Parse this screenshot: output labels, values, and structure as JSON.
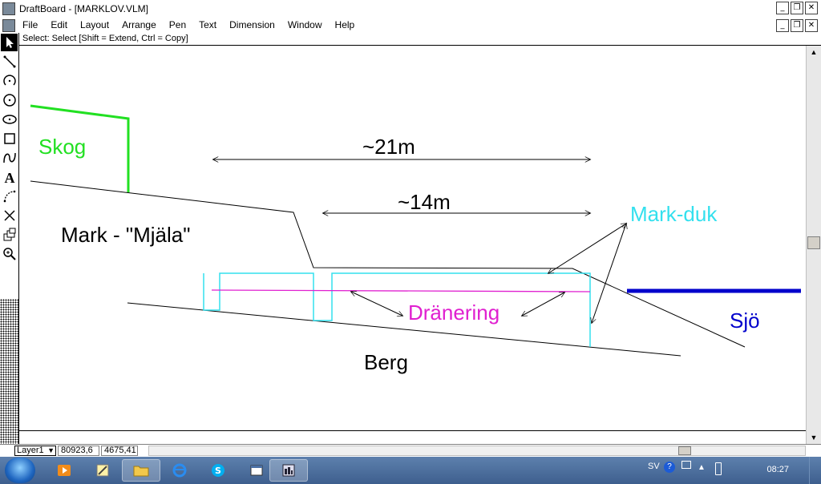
{
  "window": {
    "title": "DraftBoard - [MARKLOV.VLM]"
  },
  "window_buttons": [
    "_",
    "❐",
    "✕"
  ],
  "menu": [
    "File",
    "Edit",
    "Layout",
    "Arrange",
    "Pen",
    "Text",
    "Dimension",
    "Window",
    "Help"
  ],
  "status_hint": "Select: Select  [Shift = Extend, Ctrl = Copy]",
  "tools": [
    "select-arrow-icon",
    "line-tool-icon",
    "arc-tool-icon",
    "circle-tool-icon",
    "ellipse-tool-icon",
    "rectangle-tool-icon",
    "curve-tool-icon",
    "text-tool-icon",
    "dimension-tool-icon",
    "intersect-tool-icon",
    "layers-tool-icon",
    "zoom-tool-icon"
  ],
  "drawing": {
    "labels": {
      "skog": "Skog",
      "mark": "Mark - \"Mjäla\"",
      "dim21": "~21m",
      "dim14": "~14m",
      "markduk": "Mark-duk",
      "dranering": "Dränering",
      "sjo": "Sjö",
      "berg": "Berg"
    },
    "colors": {
      "skog": "#22e022",
      "markduk": "#33e0ee",
      "dranering": "#e020d0",
      "sjo": "#0000cc",
      "lines": "#000000"
    }
  },
  "bottombar": {
    "layer": "Layer1",
    "x": "80923,6",
    "y": "4675,41"
  },
  "taskbar": {
    "lang": "SV",
    "time": "08:27"
  }
}
